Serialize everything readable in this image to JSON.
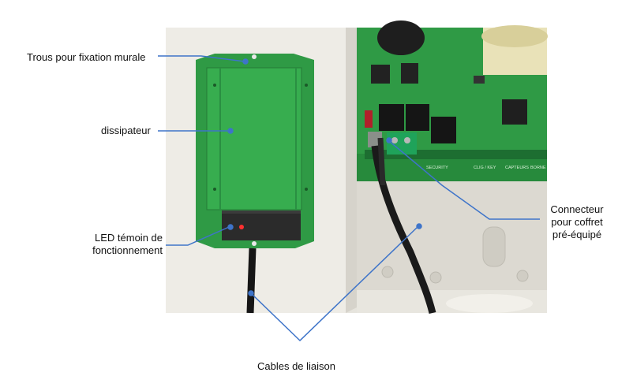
{
  "annotations": {
    "mounting_holes": "Trous pour fixation murale",
    "heatsink": "dissipateur",
    "led_line1": "LED témoin de",
    "led_line2": "fonctionnement",
    "connector_line1": "Connecteur",
    "connector_line2": "pour coffret",
    "connector_line3": "pré-équipé",
    "cables": "Cables de liaison"
  },
  "board_silkscreen": [
    "SECURITY",
    "CLIG / KEY",
    "CAPTEURS",
    "BORNE"
  ],
  "colors": {
    "callout": "#3e74c9",
    "pcb_green": "#2f9a45",
    "heatsink_green": "#37ad4f",
    "enclosure": "#eceae3",
    "background": "#ffffff"
  }
}
